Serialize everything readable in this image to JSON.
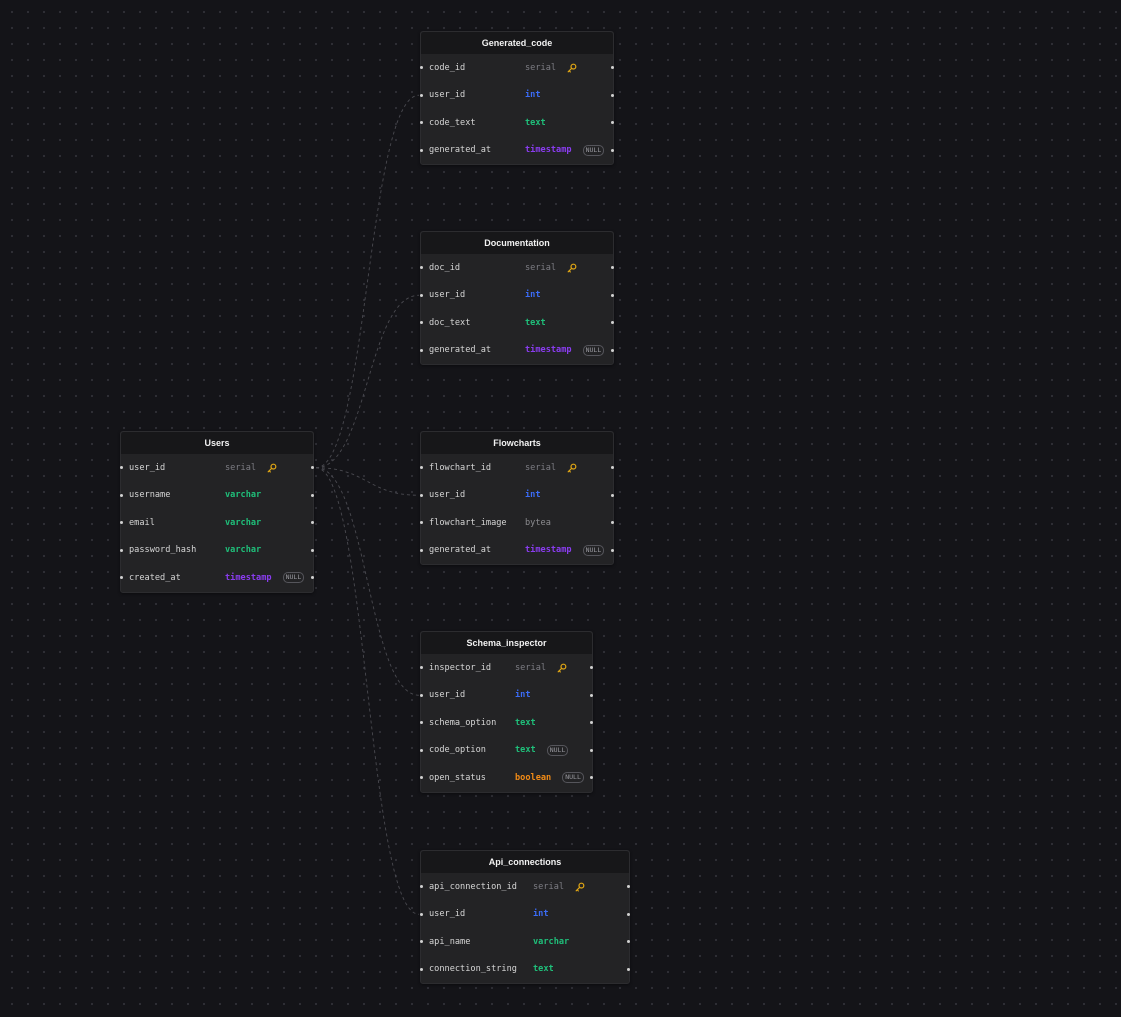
{
  "colors": {
    "background": "#141418",
    "table_body": "#232325",
    "table_header": "#171719",
    "type_serial": "#7d7d84",
    "type_int": "#3b6cf6",
    "type_text": "#1fbf7a",
    "type_varchar": "#1fbf7a",
    "type_timestamp": "#8a3cf0",
    "type_bytea": "#8c8c90",
    "type_boolean": "#f08a16",
    "key_icon": "#e2a714",
    "edge": "#4a4a50"
  },
  "tables": [
    {
      "id": "generated_code",
      "name": "Generated_code",
      "columns": [
        {
          "name": "code_id",
          "type": "serial",
          "pk": true,
          "null": false
        },
        {
          "name": "user_id",
          "type": "int",
          "pk": false,
          "null": false
        },
        {
          "name": "code_text",
          "type": "text",
          "pk": false,
          "null": false
        },
        {
          "name": "generated_at",
          "type": "timestamp",
          "pk": false,
          "null": true
        }
      ]
    },
    {
      "id": "documentation",
      "name": "Documentation",
      "columns": [
        {
          "name": "doc_id",
          "type": "serial",
          "pk": true,
          "null": false
        },
        {
          "name": "user_id",
          "type": "int",
          "pk": false,
          "null": false
        },
        {
          "name": "doc_text",
          "type": "text",
          "pk": false,
          "null": false
        },
        {
          "name": "generated_at",
          "type": "timestamp",
          "pk": false,
          "null": true
        }
      ]
    },
    {
      "id": "users",
      "name": "Users",
      "columns": [
        {
          "name": "user_id",
          "type": "serial",
          "pk": true,
          "null": false
        },
        {
          "name": "username",
          "type": "varchar",
          "pk": false,
          "null": false
        },
        {
          "name": "email",
          "type": "varchar",
          "pk": false,
          "null": false
        },
        {
          "name": "password_hash",
          "type": "varchar",
          "pk": false,
          "null": false
        },
        {
          "name": "created_at",
          "type": "timestamp",
          "pk": false,
          "null": true
        }
      ]
    },
    {
      "id": "flowcharts",
      "name": "Flowcharts",
      "columns": [
        {
          "name": "flowchart_id",
          "type": "serial",
          "pk": true,
          "null": false
        },
        {
          "name": "user_id",
          "type": "int",
          "pk": false,
          "null": false
        },
        {
          "name": "flowchart_image",
          "type": "bytea",
          "pk": false,
          "null": false
        },
        {
          "name": "generated_at",
          "type": "timestamp",
          "pk": false,
          "null": true
        }
      ]
    },
    {
      "id": "schema_inspector",
      "name": "Schema_inspector",
      "columns": [
        {
          "name": "inspector_id",
          "type": "serial",
          "pk": true,
          "null": false
        },
        {
          "name": "user_id",
          "type": "int",
          "pk": false,
          "null": false
        },
        {
          "name": "schema_option",
          "type": "text",
          "pk": false,
          "null": false
        },
        {
          "name": "code_option",
          "type": "text",
          "pk": false,
          "null": true
        },
        {
          "name": "open_status",
          "type": "boolean",
          "pk": false,
          "null": true
        }
      ]
    },
    {
      "id": "api_connections",
      "name": "Api_connections",
      "columns": [
        {
          "name": "api_connection_id",
          "type": "serial",
          "pk": true,
          "null": false
        },
        {
          "name": "user_id",
          "type": "int",
          "pk": false,
          "null": false
        },
        {
          "name": "api_name",
          "type": "varchar",
          "pk": false,
          "null": false
        },
        {
          "name": "connection_string",
          "type": "text",
          "pk": false,
          "null": false
        }
      ]
    }
  ],
  "relations": [
    {
      "from": "users.user_id",
      "to": "generated_code.user_id"
    },
    {
      "from": "users.user_id",
      "to": "documentation.user_id"
    },
    {
      "from": "users.user_id",
      "to": "flowcharts.user_id"
    },
    {
      "from": "users.user_id",
      "to": "schema_inspector.user_id"
    },
    {
      "from": "users.user_id",
      "to": "api_connections.user_id"
    }
  ],
  "null_label": "NULL",
  "key_icon_name": "key-icon"
}
